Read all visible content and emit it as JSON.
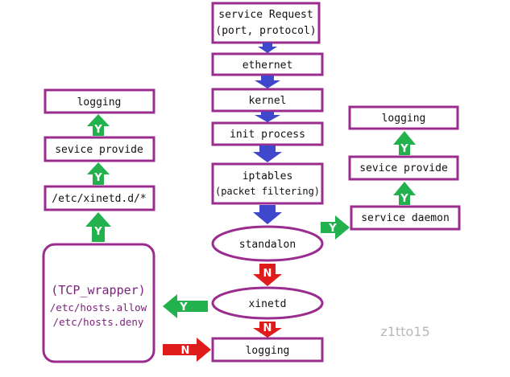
{
  "colors": {
    "border": "#9b2c8f",
    "flow_arrow": "#3f48cc",
    "yes_arrow": "#22b14c",
    "no_arrow": "#e01b1b",
    "tcp_text": "#7a1f7a",
    "watermark": "#b8b8b8"
  },
  "center": {
    "service_request": [
      "service Request",
      "(port, protocol)"
    ],
    "ethernet": "ethernet",
    "kernel": "kernel",
    "init_process": "init process",
    "iptables": [
      "iptables",
      "(packet filtering)"
    ],
    "standalon": "standalon",
    "xinetd": "xinetd",
    "logging": "logging"
  },
  "left": {
    "logging": "logging",
    "sevice_provide": "sevice provide",
    "xinetd_d": "/etc/xinetd.d/*",
    "tcp_wrapper": [
      "(TCP_wrapper)",
      "/etc/hosts.allow",
      "/etc/hosts.deny"
    ]
  },
  "right": {
    "logging": "logging",
    "sevice_provide": "sevice provide",
    "service_daemon": "service daemon"
  },
  "arrow_labels": {
    "yes": "Y",
    "no": "N"
  },
  "watermark": "z1tto15"
}
